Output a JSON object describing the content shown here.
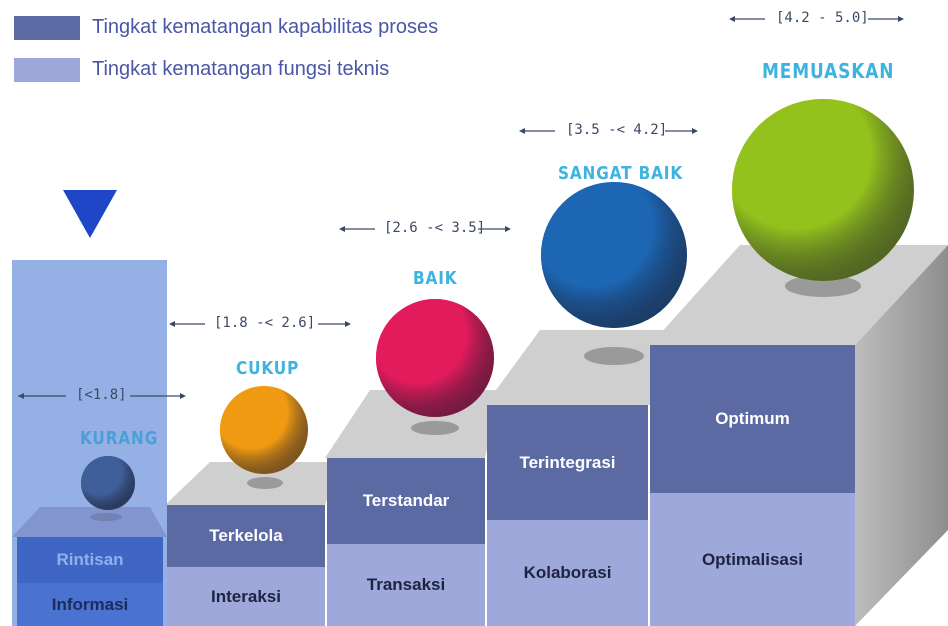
{
  "legend": {
    "process": "Tingkat kematangan kapabilitas proses",
    "technical": "Tingkat kematangan fungsi teknis"
  },
  "colors": {
    "process": "#5b6aa3",
    "technical": "#9ea8db",
    "current": "#3d6fd0",
    "arrow": "#1f46c7"
  },
  "steps": [
    {
      "level": "KURANG",
      "range": "[<1.8]",
      "process": "Rintisan",
      "technical": "Informasi",
      "sphere_color": "#3f5f9a",
      "level_color": "#4aa0d6",
      "current": true
    },
    {
      "level": "CUKUP",
      "range": "[1.8 -< 2.6]",
      "process": "Terkelola",
      "technical": "Interaksi",
      "sphere_color": "#f09a12",
      "level_color": "#3fb3e0"
    },
    {
      "level": "BAIK",
      "range": "[2.6 -< 3.5]",
      "process": "Terstandar",
      "technical": "Transaksi",
      "sphere_color": "#e21b5c",
      "level_color": "#3fb3e0"
    },
    {
      "level": "SANGAT BAIK",
      "range": "[3.5 -< 4.2]",
      "process": "Terintegrasi",
      "technical": "Kolaborasi",
      "sphere_color": "#1d66b3",
      "level_color": "#3fb3e0"
    },
    {
      "level": "MEMUASKAN",
      "range": "[4.2 - 5.0]",
      "process": "Optimum",
      "technical": "Optimalisasi",
      "sphere_color": "#94c21c",
      "level_color": "#3fb3e0"
    }
  ]
}
